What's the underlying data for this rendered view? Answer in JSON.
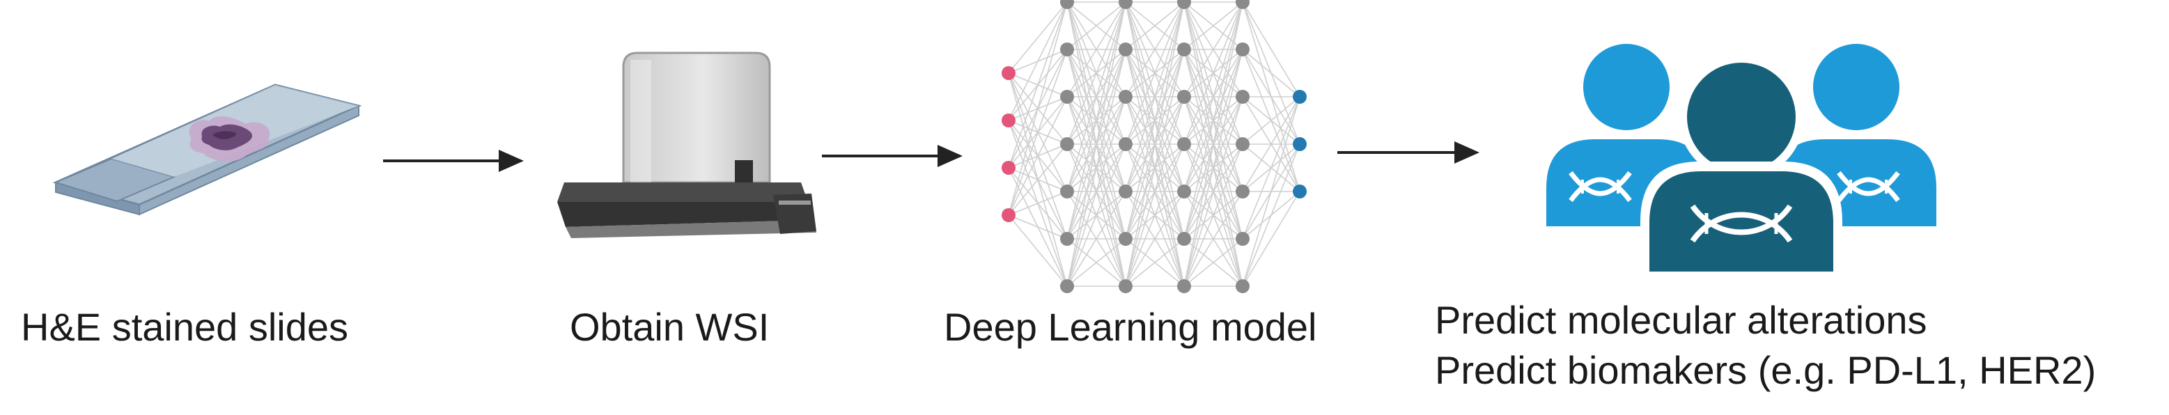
{
  "steps": [
    {
      "id": "slides",
      "label": "H&E stained slides"
    },
    {
      "id": "wsi",
      "label": "Obtain WSI"
    },
    {
      "id": "model",
      "label": "Deep Learning model"
    },
    {
      "id": "predict",
      "lines": [
        "Predict molecular alterations",
        "Predict biomakers (e.g. PD-L1, HER2)"
      ]
    }
  ],
  "network": {
    "layers": [
      4,
      7,
      7,
      7,
      7,
      3
    ],
    "colors": {
      "input": "#e4557a",
      "hidden": "#8a8a8a",
      "output": "#2479b0",
      "edge": "#cfcfcf"
    }
  },
  "colors": {
    "arrow": "#222222",
    "person_light": "#1e9ad8",
    "person_dark": "#17607a",
    "tissue": "#6b4a78",
    "slide": "#a9bccd"
  }
}
